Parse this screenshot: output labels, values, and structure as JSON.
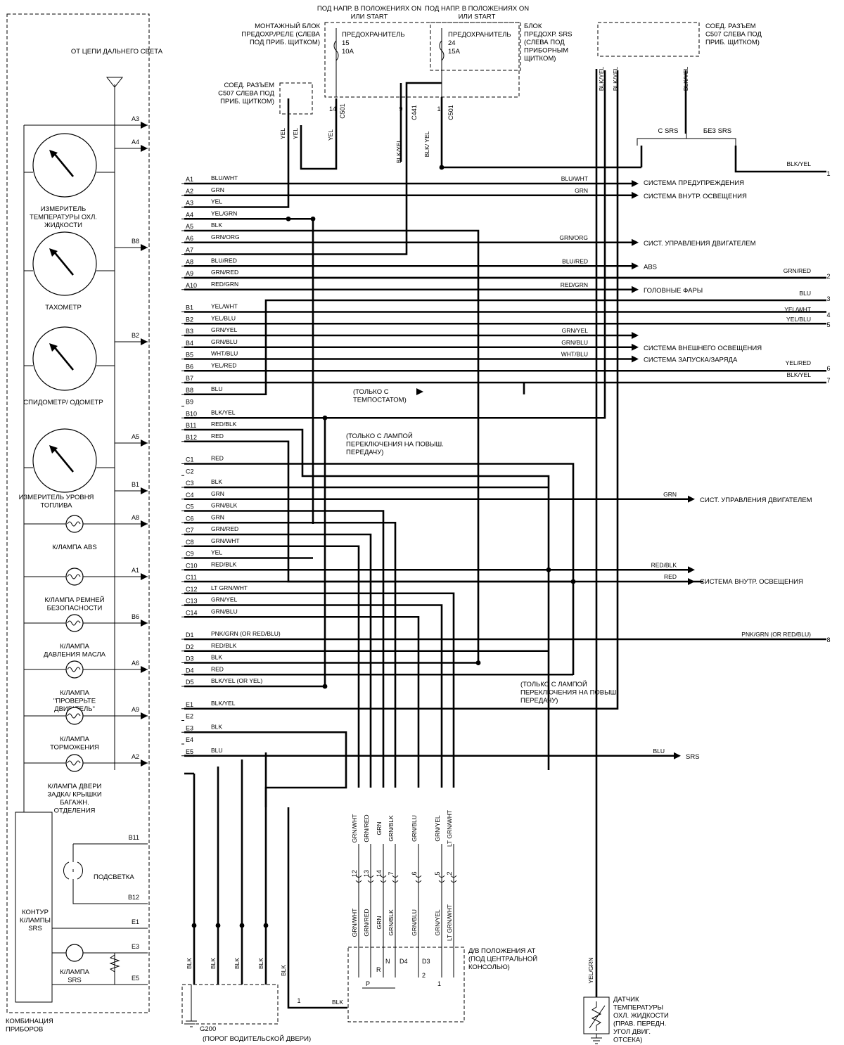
{
  "cluster": {
    "title": "КОМБИНАЦИЯ ПРИБОРОВ",
    "high_beam": "ОТ ЦЕПИ ДАЛЬНЕГО СВЕТА",
    "gauges": [
      {
        "label": "ИЗМЕРИТЕЛЬ ТЕМПЕРАТУРЫ ОХЛ. ЖИДКОСТИ",
        "pin": "A4"
      },
      {
        "label": "ТАХОМЕТР",
        "pin": "B8"
      },
      {
        "label": "СПИДОМЕТР/ ОДОМЕТР",
        "pin": "B2"
      },
      {
        "label": "ИЗМЕРИТЕЛЬ УРОВНЯ ТОПЛИВА",
        "pin": "A5"
      }
    ],
    "lamps": [
      {
        "label": "К/ЛАМПА ABS",
        "pin": "A8"
      },
      {
        "label": "К/ЛАМПА РЕМНЕЙ БЕЗОПАСНОСТИ",
        "pin": "A1"
      },
      {
        "label": "К/ЛАМПА ДАВЛЕНИЯ МАСЛА",
        "pin": "B6"
      },
      {
        "label": "К/ЛАМПА \"ПРОВЕРЬТЕ ДВИГАТЕЛЬ\"",
        "pin": "A6"
      },
      {
        "label": "К/ЛАМПА ТОРМОЖЕНИЯ",
        "pin": "A9"
      },
      {
        "label": "К/ЛАМПА ДВЕРИ ЗАДКА/ КРЫШКИ БАГАЖН. ОТДЕЛЕНИЯ",
        "pin": "A2"
      }
    ],
    "srs_circuit": "КОНТУР К/ЛАМПЫ SRS",
    "backlight": "ПОДСВЕТКА",
    "srs_lamp": "К/ЛАМПА SRS",
    "edge_pins": [
      "A3",
      "A4",
      "B8",
      "B2",
      "A5",
      "B1",
      "A8",
      "A1",
      "B6",
      "A6",
      "A9",
      "A2",
      "B11",
      "B12",
      "E1",
      "E3",
      "E5"
    ]
  },
  "top": {
    "fuse_box_1": "МОНТАЖНЫЙ БЛОК ПРЕДОХР./РЕЛЕ (СЛЕВА ПОД ПРИБ. ЩИТКОМ)",
    "power_1": "ПОД НАПР. В ПОЛОЖЕНИЯХ ON ИЛИ START",
    "fuse_1": [
      "ПРЕДОХРАНИТЕЛЬ",
      "15",
      "10A"
    ],
    "power_2": "ПОД НАПР. В ПОЛОЖЕНИЯХ ON ИЛИ START",
    "fuse_2": [
      "ПРЕДОХРАНИТЕЛЬ",
      "24",
      "15A"
    ],
    "fuse_box_2": "БЛОК ПРЕДОХР. SRS (СЛЕВА ПОД ПРИБОРНЫМ ЩИТКОМ)",
    "conn_c507_left": "СОЕД. РАЗЪЕМ C507 СЛЕВА ПОД ПРИБ. ЩИТКОМ)",
    "conn_c507_right": "СОЕД. РАЗЪЕМ C507 СЛЕВА ПОД ПРИБ. ЩИТКОМ)",
    "pin_labels": [
      {
        "num": "14",
        "conn": "C501"
      },
      {
        "num": "9",
        "conn": "C441"
      },
      {
        "num": "1",
        "conn": "C501"
      }
    ],
    "wire_labels": [
      "YEL",
      "YEL",
      "YEL",
      "BLK/YEL",
      "BLK/ YEL",
      "BLK/YEL",
      "BLK/YEL",
      "BLK/YEL"
    ],
    "with_srs": "С SRS",
    "without_srs": "БЕЗ SRS"
  },
  "connector_pins": [
    {
      "pin": "A1",
      "wire": "BLU/WHT"
    },
    {
      "pin": "A2",
      "wire": "GRN"
    },
    {
      "pin": "A3",
      "wire": "YEL"
    },
    {
      "pin": "A4",
      "wire": "YEL/GRN"
    },
    {
      "pin": "A5",
      "wire": "BLK"
    },
    {
      "pin": "A6",
      "wire": "GRN/ORG"
    },
    {
      "pin": "A7",
      "wire": ""
    },
    {
      "pin": "A8",
      "wire": "BLU/RED"
    },
    {
      "pin": "A9",
      "wire": "GRN/RED"
    },
    {
      "pin": "A10",
      "wire": "RED/GRN"
    },
    {
      "pin": "B1",
      "wire": "YEL/WHT"
    },
    {
      "pin": "B2",
      "wire": "YEL/BLU"
    },
    {
      "pin": "B3",
      "wire": "GRN/YEL"
    },
    {
      "pin": "B4",
      "wire": "GRN/BLU"
    },
    {
      "pin": "B5",
      "wire": "WHT/BLU"
    },
    {
      "pin": "B6",
      "wire": "YEL/RED"
    },
    {
      "pin": "B7",
      "wire": ""
    },
    {
      "pin": "B8",
      "wire": "BLU"
    },
    {
      "pin": "B9",
      "wire": ""
    },
    {
      "pin": "B10",
      "wire": "BLK/YEL"
    },
    {
      "pin": "B11",
      "wire": "RED/BLK"
    },
    {
      "pin": "B12",
      "wire": "RED"
    },
    {
      "pin": "C1",
      "wire": "RED"
    },
    {
      "pin": "C2",
      "wire": ""
    },
    {
      "pin": "C3",
      "wire": "BLK"
    },
    {
      "pin": "C4",
      "wire": "GRN"
    },
    {
      "pin": "C5",
      "wire": "GRN/BLK"
    },
    {
      "pin": "C6",
      "wire": "GRN"
    },
    {
      "pin": "C7",
      "wire": "GRN/RED"
    },
    {
      "pin": "C8",
      "wire": "GRN/WHT"
    },
    {
      "pin": "C9",
      "wire": "YEL"
    },
    {
      "pin": "C10",
      "wire": "RED/BLK"
    },
    {
      "pin": "C11",
      "wire": ""
    },
    {
      "pin": "C12",
      "wire": "LT GRN/WHT"
    },
    {
      "pin": "C13",
      "wire": "GRN/YEL"
    },
    {
      "pin": "C14",
      "wire": "GRN/BLU"
    },
    {
      "pin": "D1",
      "wire": "PNK/GRN (OR RED/BLU)"
    },
    {
      "pin": "D2",
      "wire": "RED/BLK"
    },
    {
      "pin": "D3",
      "wire": "BLK"
    },
    {
      "pin": "D4",
      "wire": "RED"
    },
    {
      "pin": "D5",
      "wire": "BLK/YEL (OR YEL)"
    },
    {
      "pin": "E1",
      "wire": "BLK/YEL"
    },
    {
      "pin": "E2",
      "wire": ""
    },
    {
      "pin": "E3",
      "wire": "BLK"
    },
    {
      "pin": "E4",
      "wire": ""
    },
    {
      "pin": "E5",
      "wire": "BLU"
    }
  ],
  "destinations": [
    {
      "wire": "BLU/WHT",
      "label": "СИСТЕМА ПРЕДУПРЕЖДЕНИЯ"
    },
    {
      "wire": "GRN",
      "label": "СИСТЕМА ВНУТР. ОСВЕЩЕНИЯ"
    },
    {
      "wire": "GRN/ORG",
      "label": "СИСТ. УПРАВЛЕНИЯ ДВИГАТЕЛЕМ"
    },
    {
      "wire": "BLU/RED",
      "label": "ABS"
    },
    {
      "wire": "RED/GRN",
      "label": "ГОЛОВНЫЕ ФАРЫ"
    },
    {
      "wire": "GRN/YEL",
      "label": ""
    },
    {
      "wire": "GRN/BLU",
      "label": "СИСТЕМА ВНЕШНЕГО ОСВЕЩЕНИЯ"
    },
    {
      "wire": "WHT/BLU",
      "label": "СИСТЕМА ЗАПУСКА/ЗАРЯДА"
    },
    {
      "wire": "GRN",
      "label": "СИСТ. УПРАВЛЕНИЯ ДВИГАТЕЛЕМ"
    },
    {
      "wire": "RED/BLK",
      "label": ""
    },
    {
      "wire": "RED",
      "label": "СИСТЕМА ВНУТР. ОСВЕЩЕНИЯ"
    },
    {
      "wire": "BLU",
      "label": "SRS"
    }
  ],
  "right_edge": [
    {
      "wire": "BLK/YEL",
      "num": "1"
    },
    {
      "wire": "GRN/RED",
      "num": "2"
    },
    {
      "wire": "BLU",
      "num": "3"
    },
    {
      "wire": "YEL/WHT",
      "num": "4"
    },
    {
      "wire": "YEL/BLU",
      "num": "5"
    },
    {
      "wire": "YEL/RED",
      "num": "6"
    },
    {
      "wire": "BLK/YEL",
      "num": "7"
    },
    {
      "wire": "PNK/GRN (OR RED/BLU)",
      "num": "8"
    }
  ],
  "notes": {
    "tempostat": "(ТОЛЬКО С ТЕМПОСТАТОМ)",
    "shift_lamp_1": "(ТОЛЬКО С ЛАМПОЙ ПЕРЕКЛЮЧЕНИЯ НА ПОВЫШ. ПЕРЕДАЧУ)",
    "shift_lamp_2": "(ТОЛЬКО С ЛАМПОЙ ПЕРЕКЛЮЧЕНИЯ НА ПОВЫШ. ПЕРЕДАЧУ)"
  },
  "bottom": {
    "switch_wires": [
      {
        "wire": "GRN/WHT",
        "pin": "12"
      },
      {
        "wire": "GRN/RED",
        "pin": "13"
      },
      {
        "wire": "GRN",
        "pin": "14"
      },
      {
        "wire": "GRN/BLK",
        "pin": "7"
      },
      {
        "wire": "GRN/BLU",
        "pin": "6"
      },
      {
        "wire": "GRN/YEL",
        "pin": "5"
      },
      {
        "wire": "LT GRN/WHT",
        "pin": "2"
      }
    ],
    "switch_positions": [
      "P",
      "R",
      "N",
      "D4",
      "D3",
      "2",
      "1"
    ],
    "switch_label": "Д/В ПОЛОЖЕНИЯ AT (ПОД ЦЕНТРАЛЬНОЙ КОНСОЛЬЮ)",
    "ground_wires": [
      "BLK",
      "BLK",
      "BLK",
      "BLK",
      "BLK",
      "BLK"
    ],
    "ground_name": "G200",
    "ground_label": "(ПОРОГ ВОДИТЕЛЬСКОЙ ДВЕРИ)",
    "ground_pin": "1",
    "sensor_wire": "YEL/GRN",
    "sensor_label": "ДАТЧИК ТЕМПЕРАТУРЫ ОХЛ. ЖИДКОСТИ (ПРАВ. ПЕРЕДН. УГОЛ ДВИГ. ОТСЕКА)"
  }
}
